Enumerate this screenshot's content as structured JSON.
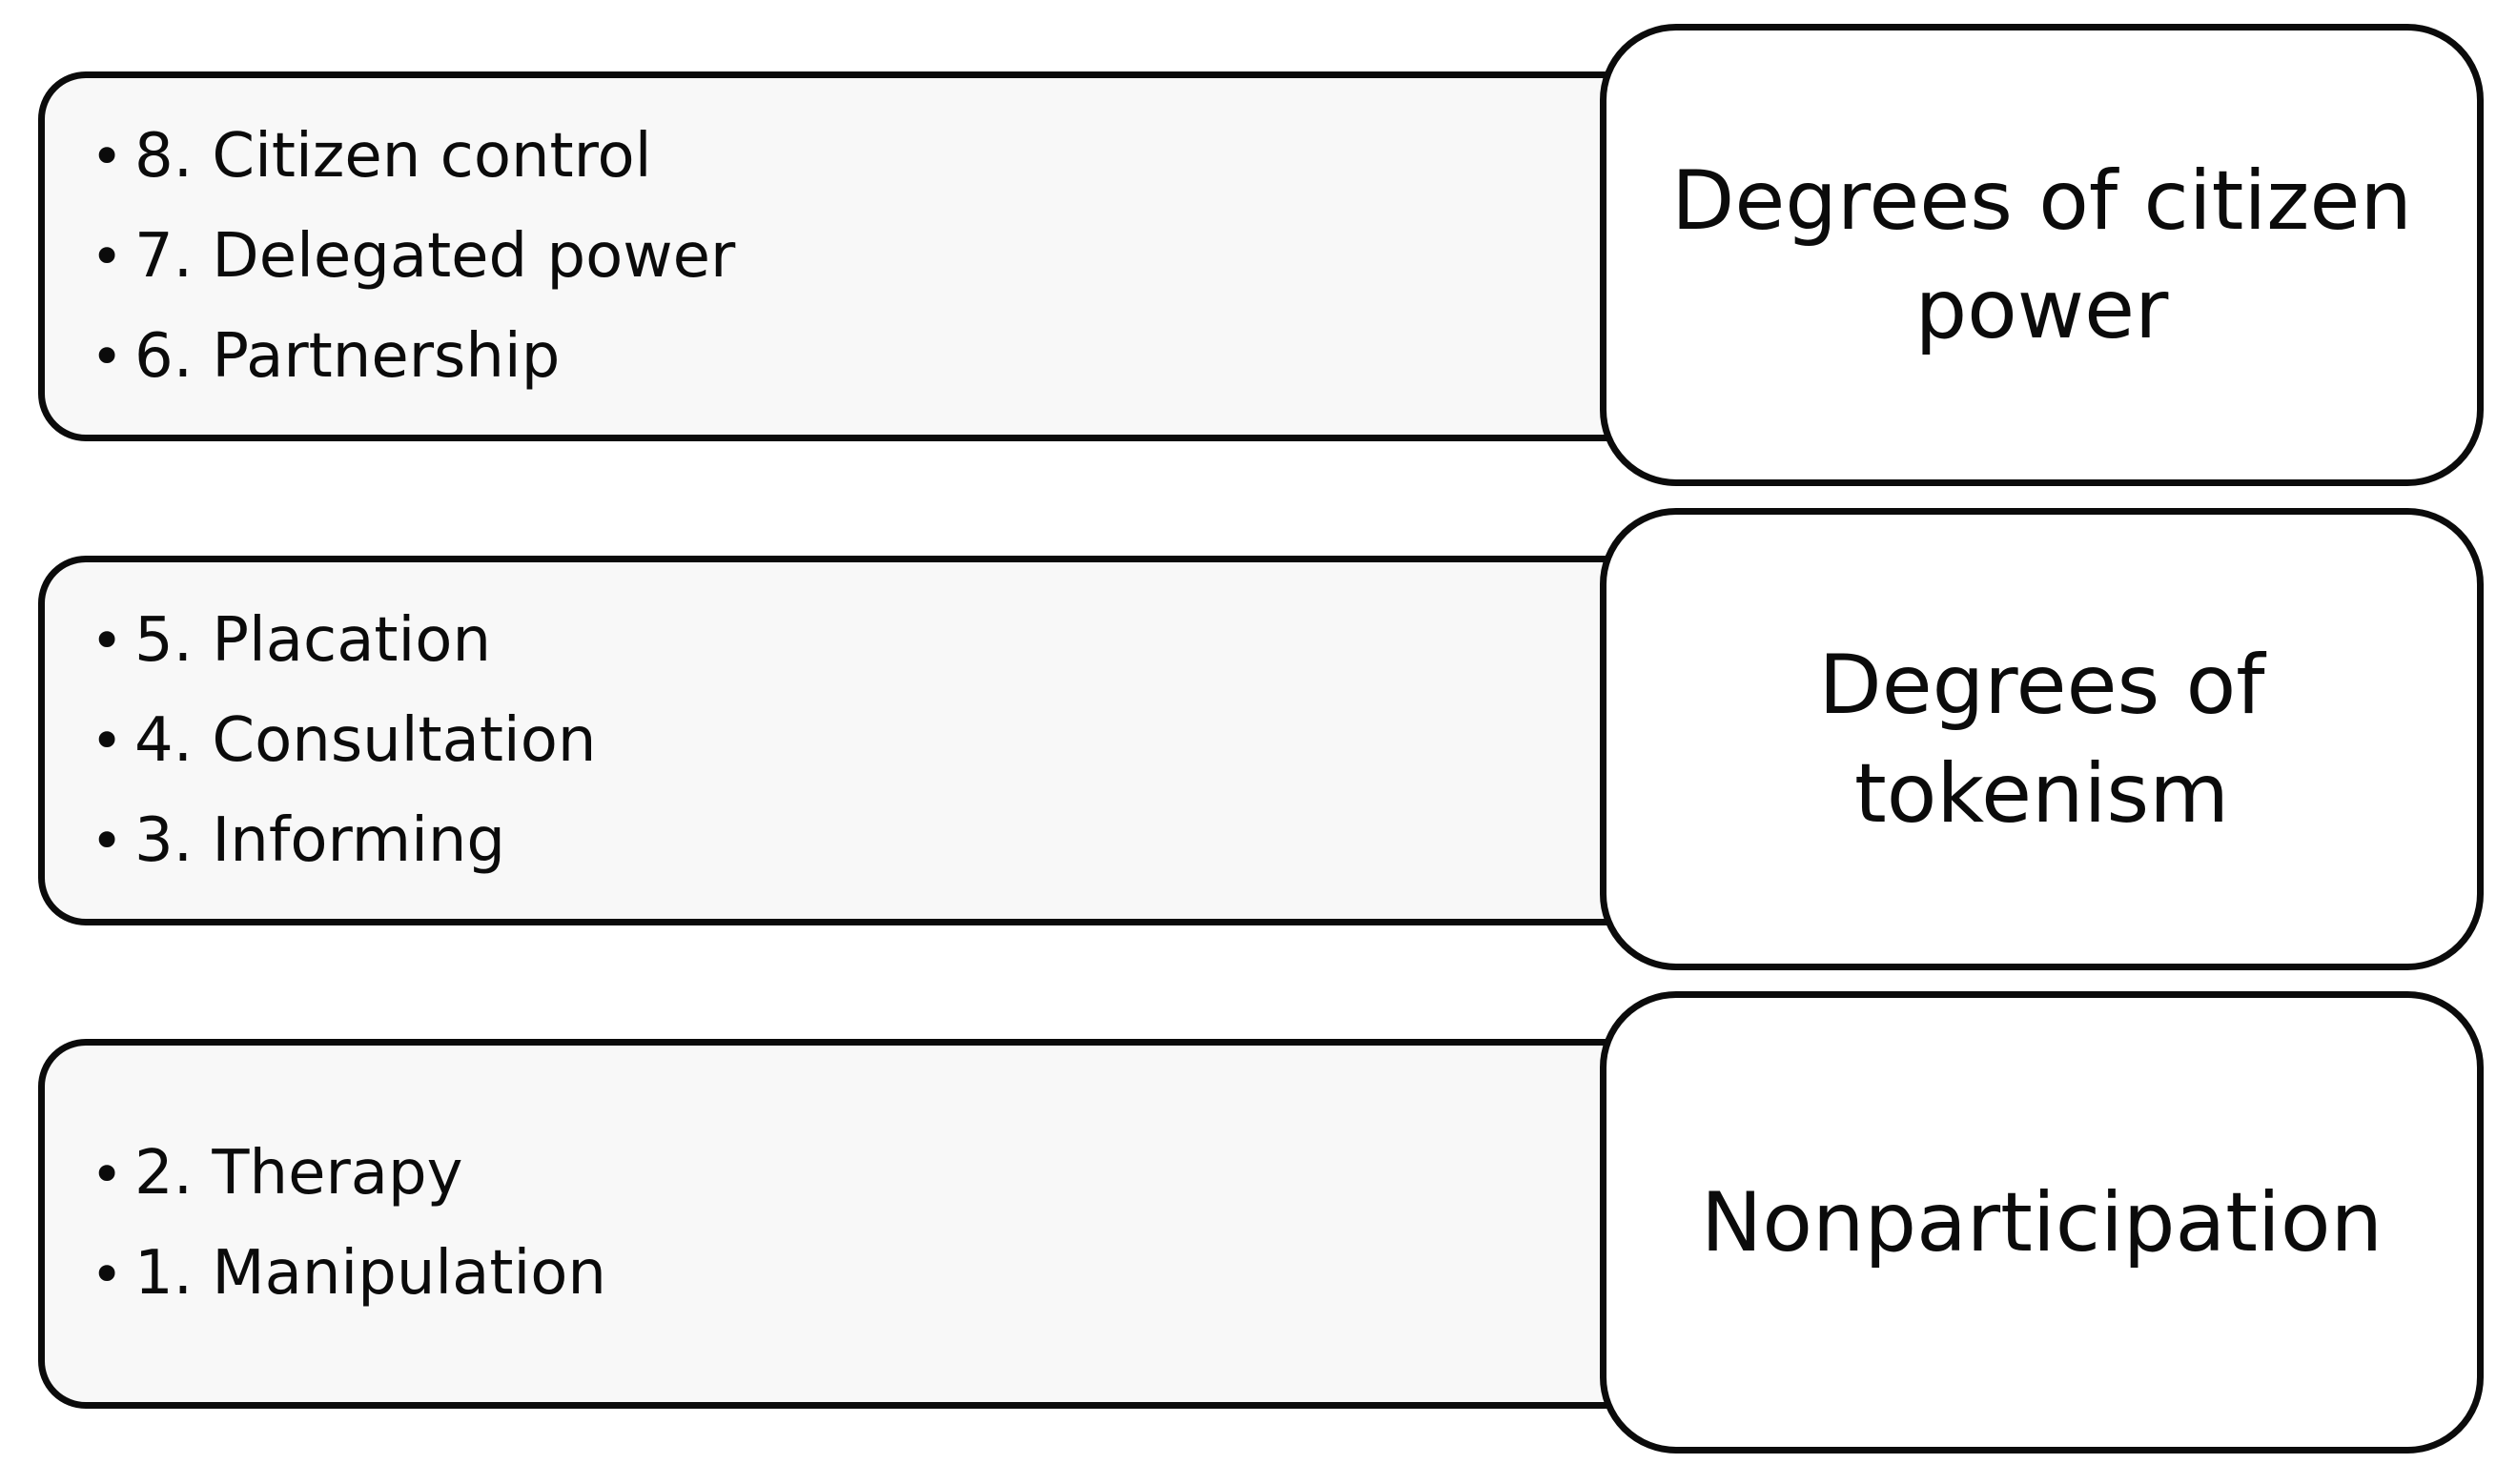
{
  "groups": [
    {
      "category": "Degrees of citizen power",
      "items": [
        "8. Citizen control",
        "7. Delegated power",
        "6. Partnership"
      ]
    },
    {
      "category": "Degrees of tokenism",
      "items": [
        "5. Placation",
        "4. Consultation",
        "3. Informing"
      ]
    },
    {
      "category": "Nonparticipation",
      "items": [
        "2. Therapy",
        "1. Manipulation"
      ]
    }
  ],
  "bullet_symbol": "•"
}
